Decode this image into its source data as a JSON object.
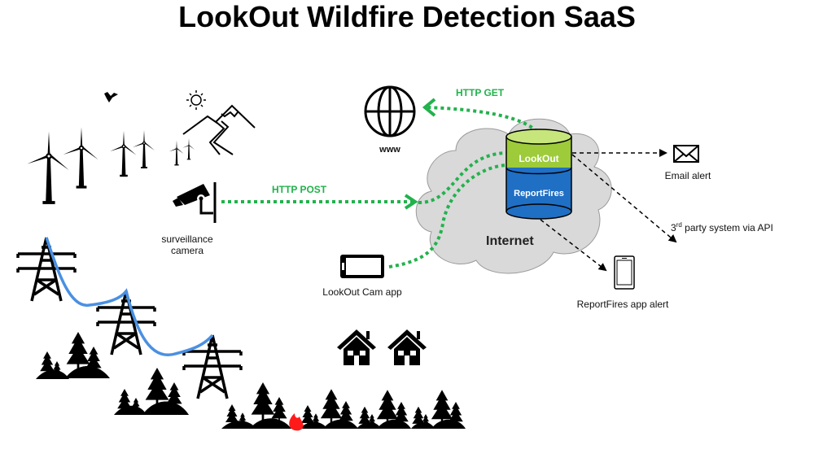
{
  "title": "LookOut Wildfire Detection SaaS",
  "colors": {
    "flow_green": "#22b24c",
    "lookout_db": "#9dcb3a",
    "reportfires_db": "#1f6fc4",
    "cloud_fill": "#d9d9d9",
    "power_line": "#4a90e2",
    "fire": "#ff1a1a"
  },
  "flows": {
    "http_get": "HTTP GET",
    "http_post": "HTTP POST"
  },
  "nodes": {
    "www": "www",
    "internet": "Internet",
    "lookout_db": "LookOut",
    "reportfires_db": "ReportFires",
    "surveillance_camera_line1": "surveillance",
    "surveillance_camera_line2": "camera",
    "lookout_cam_app": "LookOut Cam app",
    "email_alert": "Email alert",
    "third_party_prefix": "3",
    "third_party_sup": "rd",
    "third_party_rest": " party system via API",
    "reportfires_app_alert": "ReportFires app alert"
  },
  "icons": [
    "globe-icon",
    "database-icon",
    "cloud-icon",
    "cctv-camera-icon",
    "tablet-icon",
    "envelope-icon",
    "smartphone-icon",
    "wind-turbine-icon",
    "mountain-icon",
    "sun-icon",
    "bird-icon",
    "power-pylon-icon",
    "pine-tree-icon",
    "house-icon",
    "fire-icon"
  ]
}
